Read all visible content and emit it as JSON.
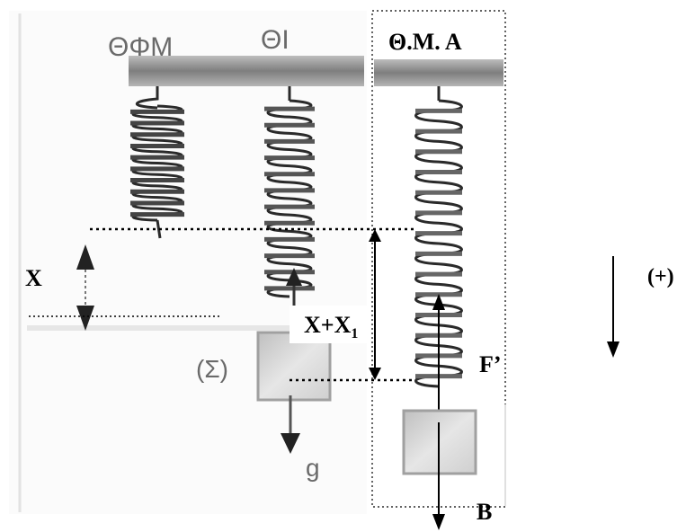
{
  "labels": {
    "left_top_1": "ΘΦΜ",
    "left_top_2": "ΘΙ",
    "right_top": "Θ.Μ. Α",
    "x": "X",
    "x_plus": "X+X",
    "x_plus_sub": "1",
    "sigma": "(Σ)",
    "g": "g",
    "f_prime": "F’",
    "b": "B",
    "plus": "(+)"
  },
  "colors": {
    "ceiling": "#8e8e8e",
    "spring": "#2a2a2a",
    "block_fill": "#d6d6d6",
    "block_edge": "#9a9a9a",
    "dotted": "#000000"
  },
  "icons": {
    "down_arrow": "arrow-down-icon",
    "double_arrow": "double-arrow-icon"
  }
}
